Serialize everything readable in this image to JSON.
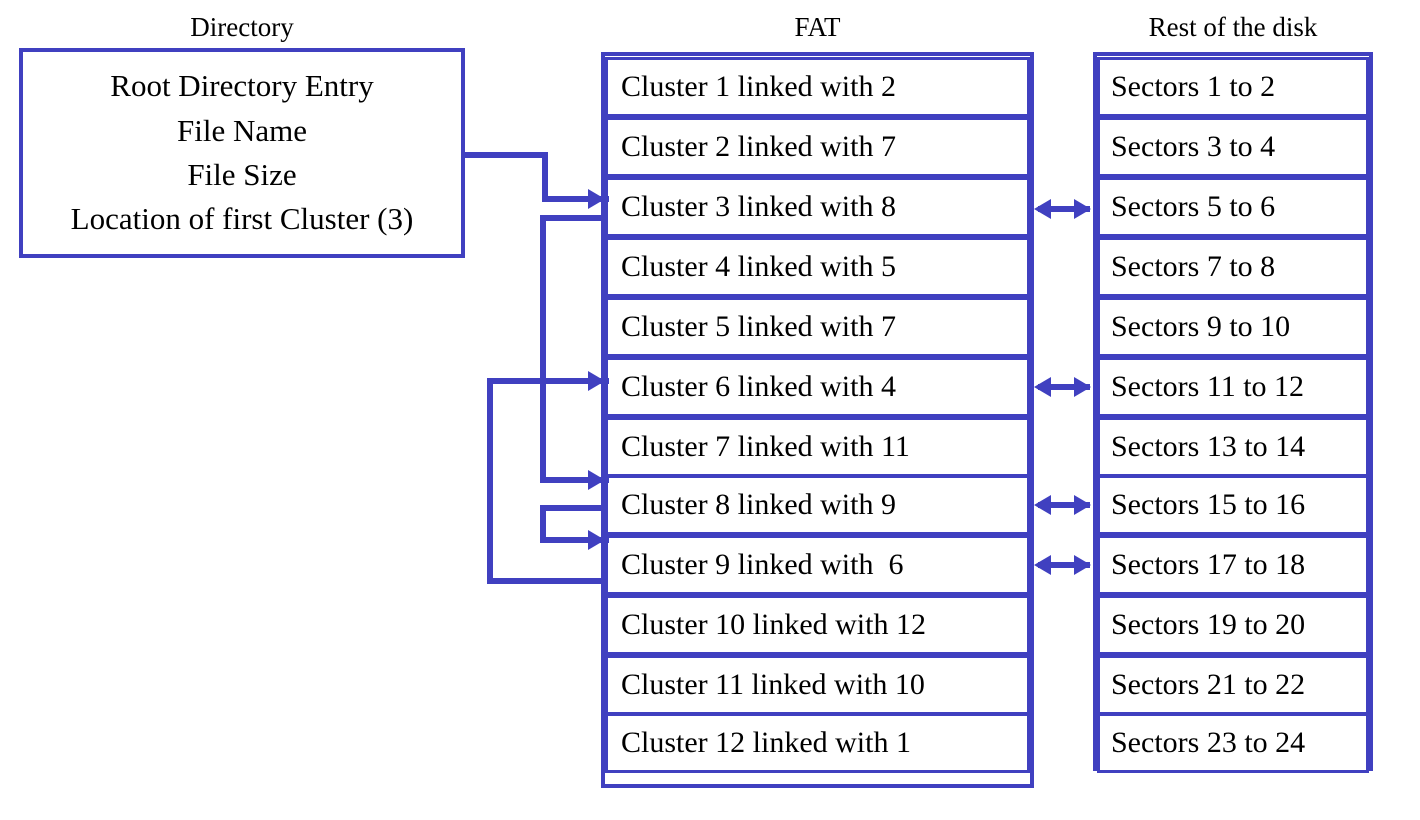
{
  "diagram": {
    "title": "FAT file system allocation diagram",
    "accent_color": "#4040c0",
    "text_color": "#000000",
    "background_color": "#ffffff"
  },
  "columns": {
    "directory": {
      "heading": "Directory"
    },
    "fat": {
      "heading": "FAT"
    },
    "disk": {
      "heading": "Rest of the disk"
    }
  },
  "directory_entry": {
    "lines": [
      "Root Directory Entry",
      "File Name",
      "File Size",
      "Location of first Cluster (3)"
    ]
  },
  "fat_cells": [
    {
      "index": 1,
      "label": "Cluster 1 linked with 2"
    },
    {
      "index": 2,
      "label": "Cluster 2 linked with 7"
    },
    {
      "index": 3,
      "label": "Cluster 3 linked with 8"
    },
    {
      "index": 4,
      "label": "Cluster 4 linked with 5"
    },
    {
      "index": 5,
      "label": "Cluster 5 linked with 7"
    },
    {
      "index": 6,
      "label": "Cluster 6 linked with 4"
    },
    {
      "index": 7,
      "label": "Cluster 7 linked with 11"
    },
    {
      "index": 8,
      "label": "Cluster 8 linked with 9"
    },
    {
      "index": 9,
      "label": "Cluster 9 linked with  6"
    },
    {
      "index": 10,
      "label": "Cluster 10 linked with 12"
    },
    {
      "index": 11,
      "label": "Cluster 11 linked with 10"
    },
    {
      "index": 12,
      "label": "Cluster 12 linked with 1"
    }
  ],
  "disk_cells": [
    {
      "index": 1,
      "label": "Sectors 1 to 2"
    },
    {
      "index": 2,
      "label": "Sectors 3 to 4"
    },
    {
      "index": 3,
      "label": "Sectors 5 to 6"
    },
    {
      "index": 4,
      "label": "Sectors 7 to 8"
    },
    {
      "index": 5,
      "label": "Sectors 9 to 10"
    },
    {
      "index": 6,
      "label": "Sectors 11 to 12"
    },
    {
      "index": 7,
      "label": "Sectors 13 to 14"
    },
    {
      "index": 8,
      "label": "Sectors 15 to 16"
    },
    {
      "index": 9,
      "label": "Sectors 17 to 18"
    },
    {
      "index": 10,
      "label": "Sectors 19 to 20"
    },
    {
      "index": 11,
      "label": "Sectors 21 to 22"
    },
    {
      "index": 12,
      "label": "Sectors 23 to 24"
    }
  ],
  "chain_links": [
    {
      "from": "directory",
      "to": "Cluster 3"
    },
    {
      "from": "Cluster 3",
      "to": "Cluster 8"
    },
    {
      "from": "Cluster 8",
      "to": "Cluster 9"
    },
    {
      "from": "Cluster 9",
      "to": "Cluster 6"
    }
  ],
  "disk_links": [
    {
      "fat": "Cluster 3",
      "disk": "Sectors 5 to 6"
    },
    {
      "fat": "Cluster 6",
      "disk": "Sectors 11 to 12"
    },
    {
      "fat": "Cluster 8",
      "disk": "Sectors 15 to 16"
    },
    {
      "fat": "Cluster 9",
      "disk": "Sectors 17 to 18"
    }
  ]
}
